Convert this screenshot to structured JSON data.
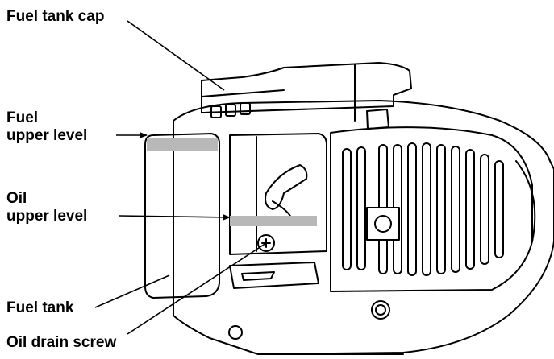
{
  "callouts": {
    "fuel_tank_cap": {
      "text": "Fuel tank cap"
    },
    "fuel_upper_level": {
      "line1": "Fuel",
      "line2": "upper level"
    },
    "oil_upper_level": {
      "line1": "Oil",
      "line2": "upper level"
    },
    "fuel_tank": {
      "text": "Fuel tank"
    },
    "oil_drain_screw": {
      "text": "Oil drain screw"
    }
  },
  "colors": {
    "line": "#000000",
    "level_band": "#b8b8b8",
    "background": "#ffffff"
  }
}
